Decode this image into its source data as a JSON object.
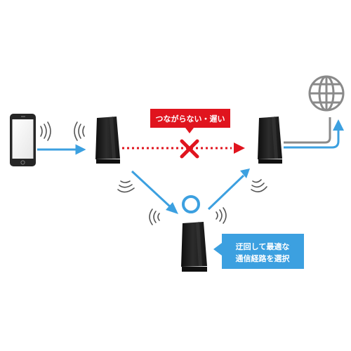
{
  "callouts": {
    "failure": {
      "label": "つながらない・遅い",
      "color": "#E0141E"
    },
    "reroute": {
      "line1": "迂回して最適な",
      "line2": "通信経路を選択",
      "color": "#3CA0E0"
    }
  },
  "colors": {
    "arrow_blue": "#3CA0E0",
    "failure_red": "#E0141E",
    "device_dark": "#262626",
    "router_black": "#1c1c1c",
    "globe_gray": "#8a8a8a",
    "signal_gray": "#555555"
  },
  "icons": {
    "smartphone": "smartphone-icon",
    "router": "router-icon",
    "globe": "globe-icon",
    "cross": "cross-icon",
    "circle": "circle-ok-icon",
    "wifi": "wifi-waves-icon"
  }
}
